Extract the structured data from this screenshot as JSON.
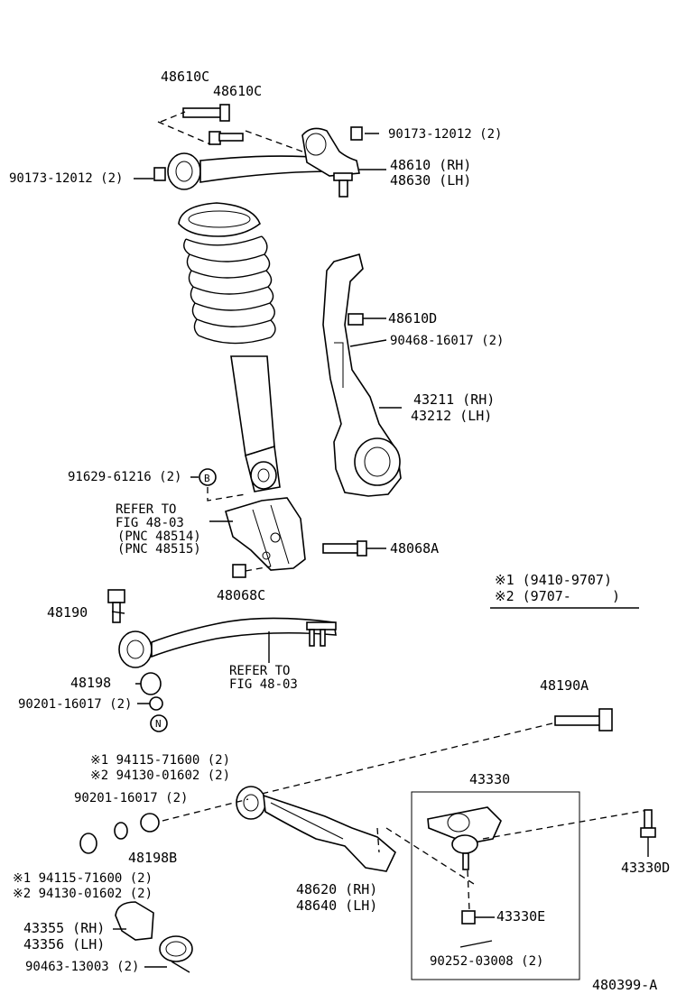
{
  "labels": {
    "l_48610c_a": "48610C",
    "l_48610c_b": "48610C",
    "l_90173_right": "90173-12012 (2)",
    "l_90173_left": "90173-12012 (2)",
    "l_48610_rh": "48610 (RH)",
    "l_48630_lh": "48630 (LH)",
    "l_48610d": "48610D",
    "l_90468": "90468-16017 (2)",
    "l_43211": "43211 (RH)",
    "l_43212": "43212 (LH)",
    "l_91629": "91629-61216 (2)",
    "l_refer1_a": "REFER TO",
    "l_refer1_b": "FIG 48-03",
    "l_refer1_c": "(PNC 48514)",
    "l_refer1_d": "(PNC 48515)",
    "l_48068a": "48068A",
    "l_48068c": "48068C",
    "l_legend1": "※1 (9410-9707)",
    "l_legend2": "※2 (9707-     )",
    "l_48190": "48190",
    "l_refer2_a": "REFER TO",
    "l_refer2_b": "FIG 48-03",
    "l_48198": "48198",
    "l_90201_a": "90201-16017 (2)",
    "l_48190a": "48190A",
    "l_94115_a": "※1 94115-71600 (2)",
    "l_94130_a": "※2 94130-01602 (2)",
    "l_90201_b": "90201-16017 (2)",
    "l_43330": "43330",
    "l_48198b": "48198B",
    "l_43330d": "43330D",
    "l_94115_b": "※1 94115-71600 (2)",
    "l_94130_b": "※2 94130-01602 (2)",
    "l_48620": "48620 (RH)",
    "l_48640": "48640 (LH)",
    "l_43330e": "43330E",
    "l_43355": "43355 (RH)",
    "l_43356": "43356 (LH)",
    "l_90252": "90252-03008 (2)",
    "l_90463": "90463-13003 (2)",
    "l_figno": "480399-A"
  },
  "icons": {
    "nut_letter": "N",
    "washer_letter": "B"
  }
}
